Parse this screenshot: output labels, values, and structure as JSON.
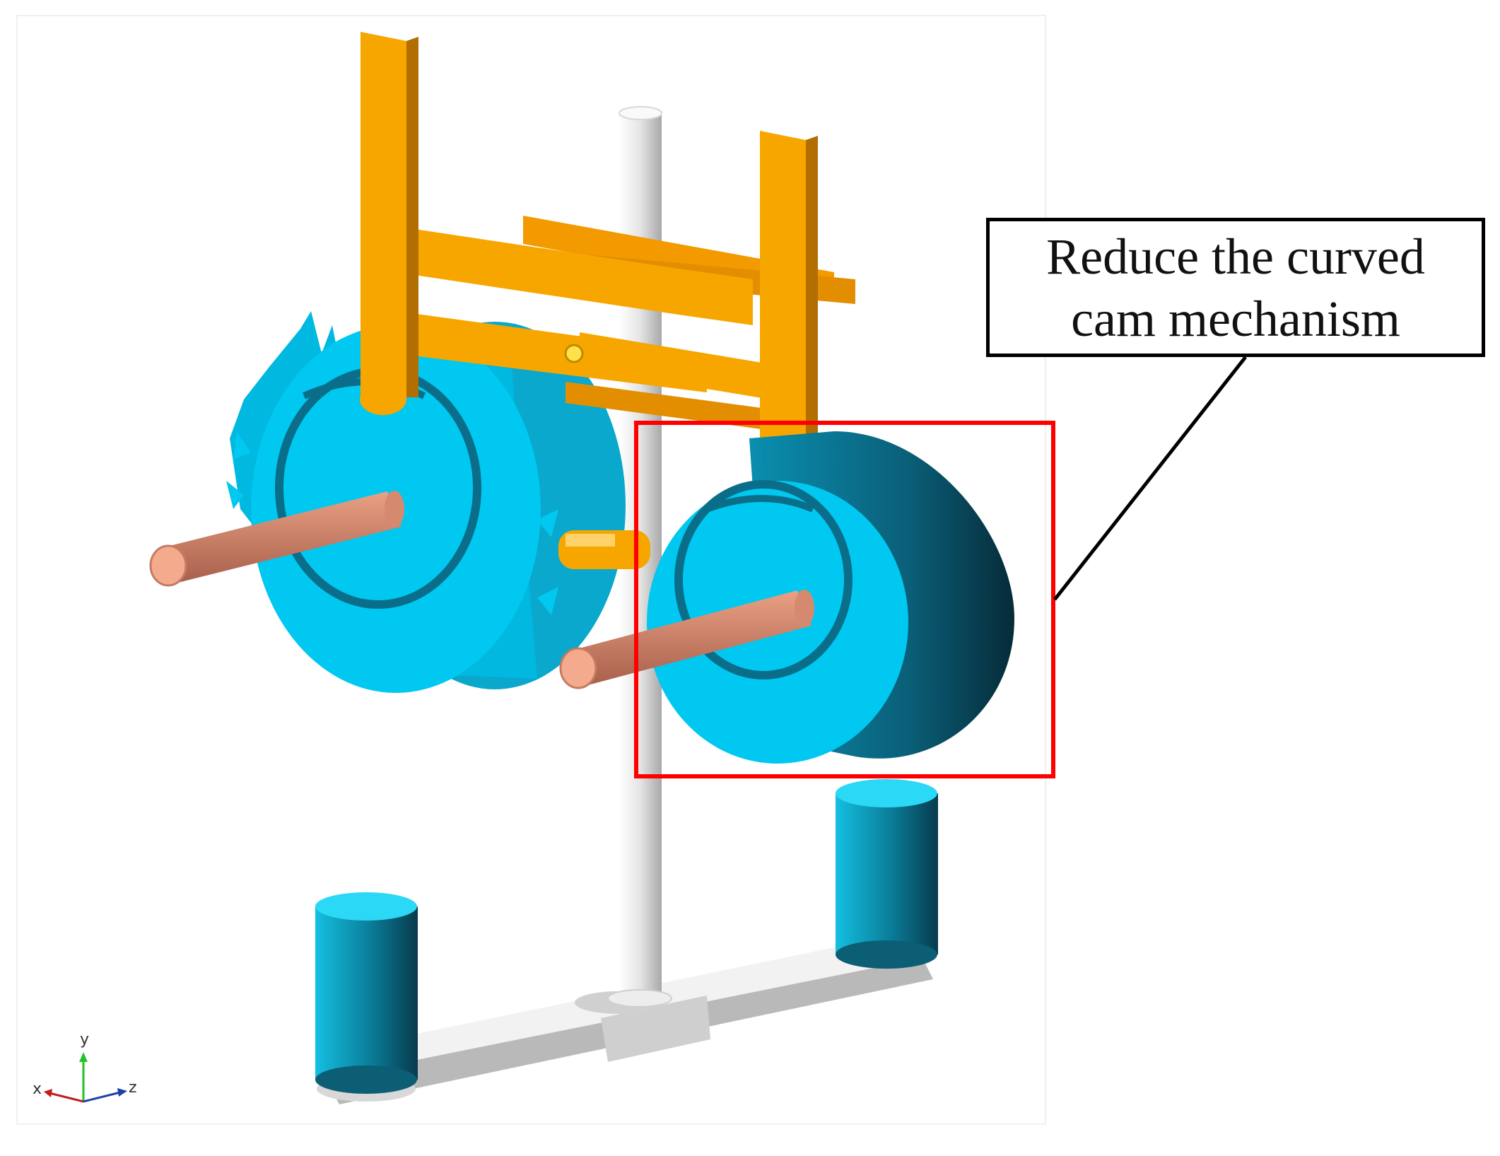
{
  "callout": {
    "line1": "Reduce the curved",
    "line2": "cam mechanism"
  },
  "axis_triad": {
    "y": "y",
    "x": "x",
    "z": "z"
  },
  "colors": {
    "frame": "#F7A600",
    "cam": "#00C8F0",
    "shaft": "#E8957A",
    "post": "#E6E6E6",
    "highlight": "#FF0000",
    "callout_border": "#000000"
  }
}
